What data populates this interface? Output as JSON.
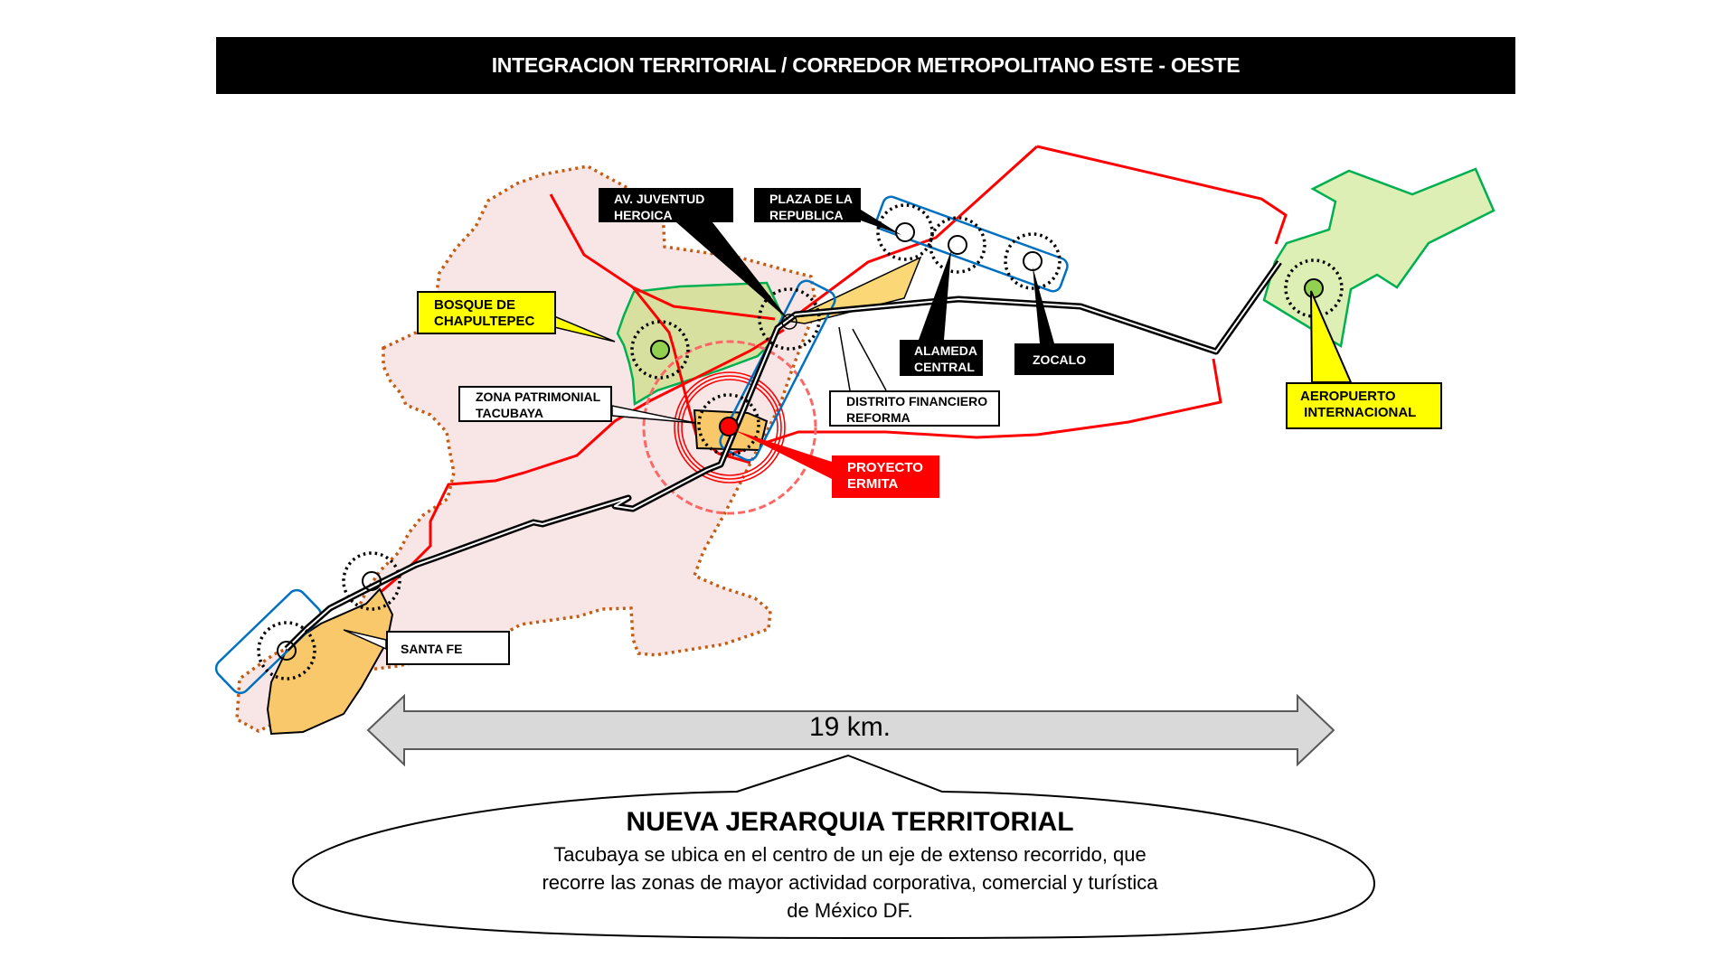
{
  "title": "INTEGRACION TERRITORIAL / CORREDOR METROPOLITANO ESTE - OESTE",
  "labels": {
    "av_juventud": [
      "AV. JUVENTUD",
      "HEROICA"
    ],
    "plaza_republica": [
      "PLAZA DE LA",
      "REPUBLICA"
    ],
    "bosque": [
      "BOSQUE DE",
      "CHAPULTEPEC"
    ],
    "zona_patrimonial": [
      "ZONA PATRIMONIAL",
      "TACUBAYA"
    ],
    "distrito": [
      "DISTRITO FINANCIERO",
      "REFORMA"
    ],
    "alameda": [
      "ALAMEDA",
      "CENTRAL"
    ],
    "zocalo": [
      "ZOCALO"
    ],
    "proyecto": [
      "PROYECTO",
      "ERMITA"
    ],
    "aeropuerto": [
      "AEROPUERTO",
      " INTERNACIONAL"
    ],
    "santa_fe": [
      "SANTA FE"
    ]
  },
  "scale": {
    "text": "19 km."
  },
  "bubble": {
    "title": "NUEVA JERARQUIA TERRITORIAL",
    "lines": [
      "Tacubaya se ubica en el centro de un eje de extenso recorrido, que",
      "recorre las zonas de mayor actividad corporativa, comercial y turística",
      "de México DF."
    ]
  },
  "colors": {
    "region_fill": "#f8e6e6",
    "region_border": "#c55a11",
    "park_fill": "#d8e4a0",
    "airport_fill": "#ddeeb4",
    "park_border": "#00b050",
    "zone_fill": "#f9c86a",
    "red_line": "#ff0000",
    "blue_outline": "#0070c0",
    "label_yellow": "#ffff00"
  }
}
